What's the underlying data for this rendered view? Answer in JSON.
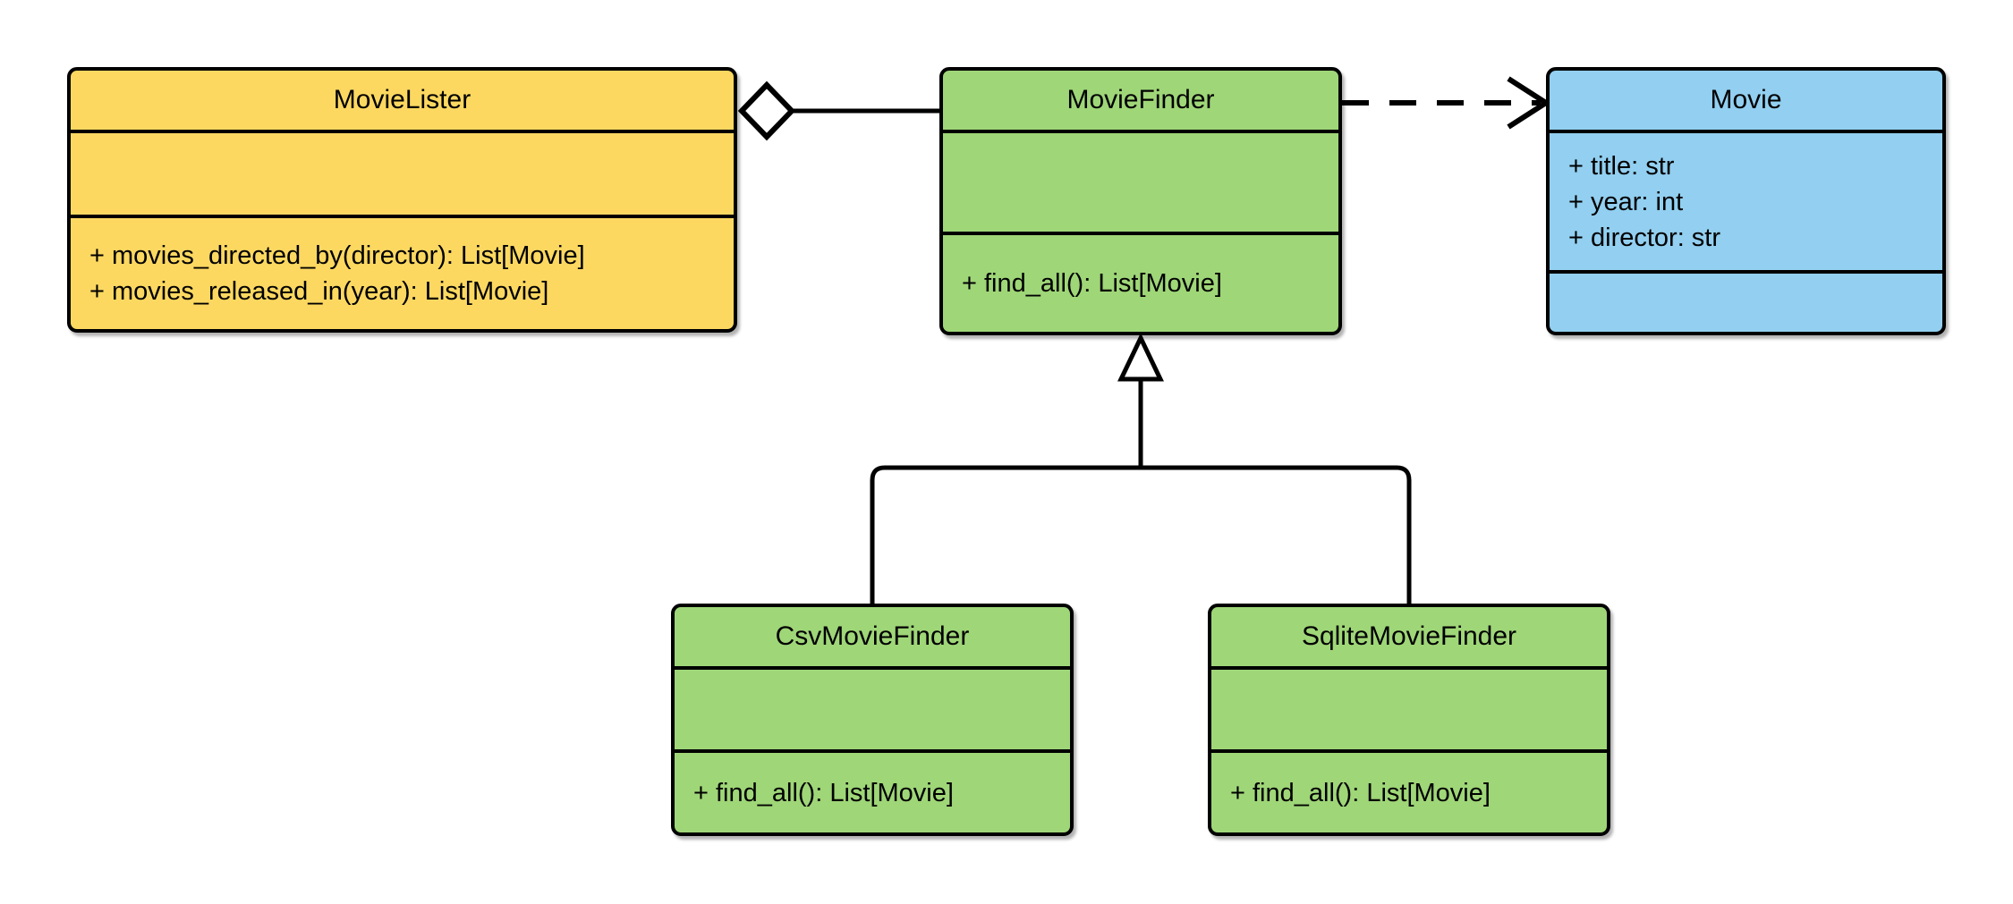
{
  "diagram": {
    "type": "uml-class-diagram",
    "background": "#ffffff",
    "stroke_color": "#000000",
    "colors": {
      "movielister_fill": "#FCD861",
      "finder_fill": "#9FD678",
      "movie_fill": "#92CFF0"
    },
    "classes": [
      {
        "name": "MovieLister",
        "fill": "#FCD861",
        "attributes": [],
        "methods": [
          "+ movies_directed_by(director): List[Movie]",
          "+ movies_released_in(year): List[Movie]"
        ]
      },
      {
        "name": "MovieFinder",
        "fill": "#9FD678",
        "attributes": [],
        "methods": [
          "+ find_all(): List[Movie]"
        ]
      },
      {
        "name": "Movie",
        "fill": "#92CFF0",
        "attributes": [
          "+ title: str",
          "+ year: int",
          "+ director: str"
        ],
        "methods": []
      },
      {
        "name": "CsvMovieFinder",
        "fill": "#9FD678",
        "attributes": [],
        "methods": [
          "+ find_all(): List[Movie]"
        ]
      },
      {
        "name": "SqliteMovieFinder",
        "fill": "#9FD678",
        "attributes": [],
        "methods": [
          "+ find_all(): List[Movie]"
        ]
      }
    ],
    "relationships": [
      {
        "type": "aggregation",
        "from": "MovieLister",
        "to": "MovieFinder"
      },
      {
        "type": "dependency",
        "from": "MovieFinder",
        "to": "Movie"
      },
      {
        "type": "generalization",
        "from": "CsvMovieFinder",
        "to": "MovieFinder"
      },
      {
        "type": "generalization",
        "from": "SqliteMovieFinder",
        "to": "MovieFinder"
      }
    ]
  }
}
